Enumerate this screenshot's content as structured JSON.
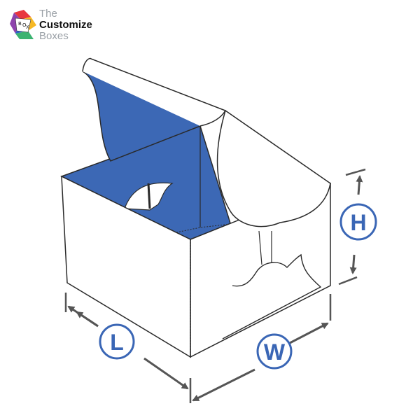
{
  "brand": {
    "line1": "The",
    "line2": "Customize",
    "line3": "Boxes",
    "mark_letters": [
      "B",
      "O",
      "X"
    ]
  },
  "dimensions": {
    "length": "L",
    "width": "W",
    "height": "H"
  },
  "colors": {
    "box_interior": "#3c68b5",
    "outline": "#2a2a2a",
    "arrow": "#555555",
    "label_ring": "#3a66b5",
    "logo_red": "#e8363f",
    "logo_yellow": "#f6b824",
    "logo_green": "#3cb371",
    "logo_blue": "#2f62c9",
    "logo_purple": "#8e44ad"
  }
}
